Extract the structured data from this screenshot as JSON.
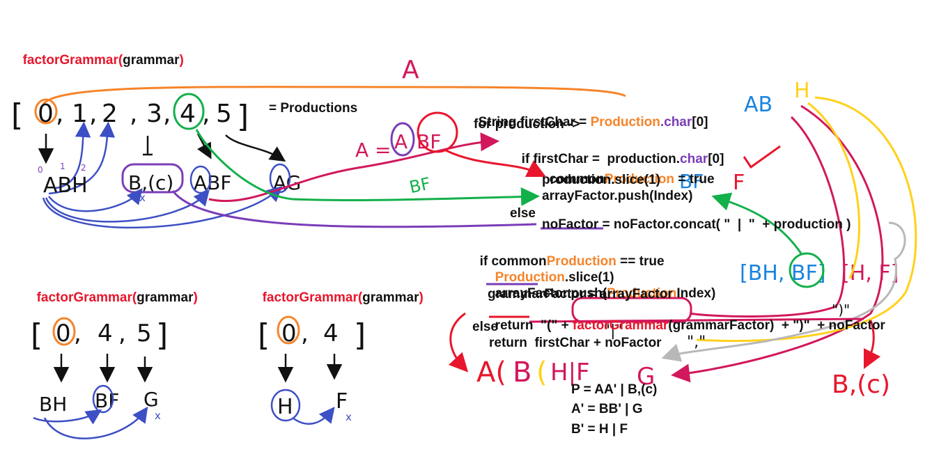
{
  "colors": {
    "red": "#e8162c",
    "orange": "#f5842a",
    "purple": "#7a3db8",
    "green": "#12b04a",
    "blue": "#3d4fc4",
    "crimson": "#d2185c",
    "yellow": "#ffd11a",
    "gray": "#b8b8b8",
    "skyblue": "#1a84e0",
    "black": "#111111"
  },
  "headers": {
    "top": {
      "fn": "factorGrammar",
      "arg": "grammar"
    },
    "bottom_left": {
      "fn": "factorGrammar",
      "arg": "grammar"
    },
    "bottom_mid": {
      "fn": "factorGrammar",
      "arg": "grammar"
    }
  },
  "top_array": {
    "open": "[",
    "items": [
      "0",
      "1",
      "2",
      "3",
      "4",
      "5"
    ],
    "commas": [
      ",",
      ",",
      ",",
      ",",
      ","
    ],
    "close": "]",
    "equals_label": "= Productions"
  },
  "top_productions": [
    "ABH",
    "B,(c)",
    "ABF",
    "AG"
  ],
  "small_indices": [
    "0",
    "1",
    "2"
  ],
  "x_marks": [
    "x",
    "x",
    "x"
  ],
  "bl_array": {
    "open": "[",
    "items": [
      "0",
      "4",
      "5"
    ],
    "commas": [
      ",",
      ","
    ],
    "close": "]"
  },
  "bl_productions": [
    "BH",
    "BF",
    "G"
  ],
  "bm_array": {
    "open": "[",
    "items": [
      "0",
      "4"
    ],
    "commas": [
      ","
    ],
    "close": "]"
  },
  "bm_productions": [
    "H",
    "F"
  ],
  "annotations": {
    "A_top": "A",
    "A_eq": "A =",
    "A": "A",
    "BF_circle": "BF",
    "BF_green": "BF",
    "AB": "AB",
    "H": "H",
    "BF_blue": "BF",
    "F_red": "F",
    "bracket_BH_BF": "[BH, BF]",
    "bracket_H_F": "[H, F]",
    "quote_pipe": "\"|\"",
    "quote_close": "\")\"",
    "quote_comma": "\",\"",
    "result_A": "A(",
    "result_B": "B",
    "result_paren": "(",
    "result_HF": "H|F",
    "result_G": "G",
    "result_Bc": "B,(c)"
  },
  "code": {
    "l1a": "String firstChar = ",
    "l1b": "Production",
    "l1c": ".char",
    "l1d": "[0]",
    "l2": "for production ->",
    "l3a": "if firstChar =  production.",
    "l3b": "char",
    "l3c": "[0]",
    "l4a": "common",
    "l4b": "Production",
    "l4c": " = true",
    "l5": "production.slice(1)",
    "l6": "arrayFactor.push(Index)",
    "l7": "else",
    "l8": "noFactor = noFactor.concat( \"  |  \"  + production )",
    "l9a": "if common",
    "l9b": "Production",
    "l9c": " == true",
    "l10a": "Production",
    "l10b": ".slice(1)",
    "l11a": "arrayFactor.push(",
    "l11b": "Production",
    "l11c": "Index)",
    "l12": "grammarFactor = arrayFactor",
    "l13a": "return  \"(\" + ",
    "l13b": "factorGrammar",
    "l13c": "(grammarFactor)  + \")\"  + noFactor",
    "l14": "else",
    "l15": "return  firstChar + noFactor"
  },
  "result_grammar": [
    "P = AA' | B,(c)",
    "A' = BB' | G",
    "B' = H | F"
  ]
}
